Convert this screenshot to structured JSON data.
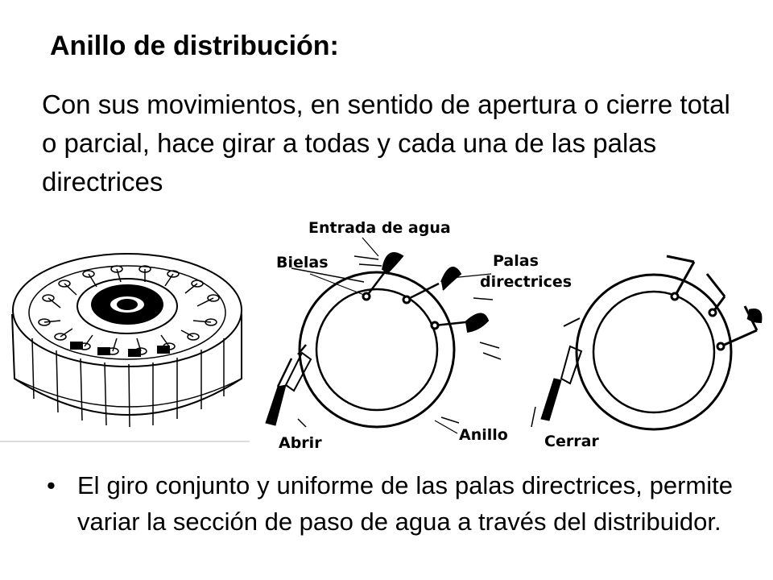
{
  "slide": {
    "title": "Anillo de distribución:",
    "intro": "Con sus movimientos, en sentido de apertura o cierre total o parcial, hace girar a todas y cada una de las palas directrices",
    "bullet_marker": "•",
    "bullet": "El giro conjunto y uniforme de las palas directrices, permite variar la sección de paso de agua a través del distribuidor."
  },
  "figure": {
    "labels": {
      "entrada": "Entrada de agua",
      "bielas": "Bielas",
      "palas_line1": "Palas",
      "palas_line2": "directrices",
      "anillo": "Anillo",
      "abrir": "Abrir",
      "cerrar": "Cerrar"
    }
  }
}
